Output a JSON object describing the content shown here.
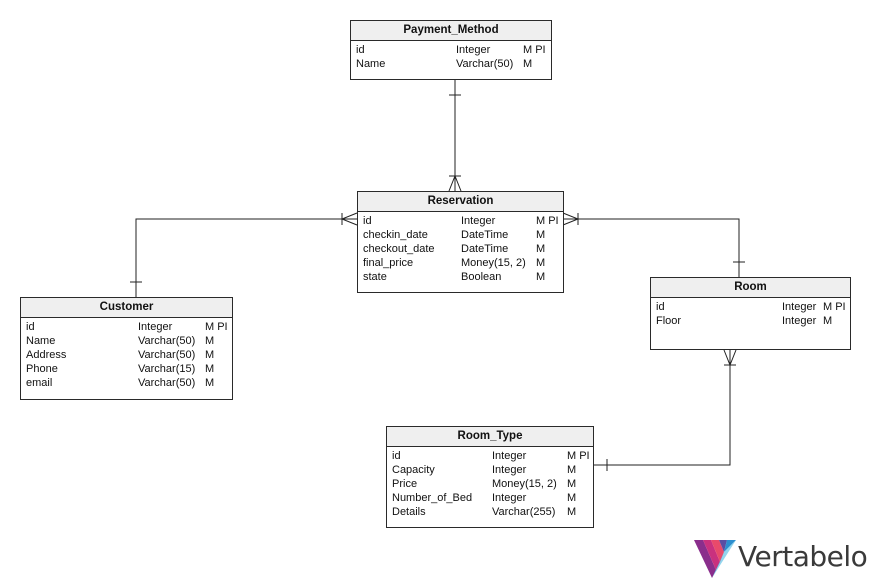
{
  "entities": {
    "payment_method": {
      "name": "Payment_Method",
      "columns": [
        {
          "name": "id",
          "type": "Integer",
          "flags": "M PI"
        },
        {
          "name": "Name",
          "type": "Varchar(50)",
          "flags": "M"
        }
      ]
    },
    "reservation": {
      "name": "Reservation",
      "columns": [
        {
          "name": "id",
          "type": "Integer",
          "flags": "M PI"
        },
        {
          "name": "checkin_date",
          "type": "DateTime",
          "flags": "M"
        },
        {
          "name": "checkout_date",
          "type": "DateTime",
          "flags": "M"
        },
        {
          "name": "final_price",
          "type": "Money(15, 2)",
          "flags": "M"
        },
        {
          "name": "state",
          "type": "Boolean",
          "flags": "M"
        }
      ]
    },
    "customer": {
      "name": "Customer",
      "columns": [
        {
          "name": "id",
          "type": "Integer",
          "flags": "M PI"
        },
        {
          "name": "Name",
          "type": "Varchar(50)",
          "flags": "M"
        },
        {
          "name": "Address",
          "type": "Varchar(50)",
          "flags": "M"
        },
        {
          "name": "Phone",
          "type": "Varchar(15)",
          "flags": "M"
        },
        {
          "name": "email",
          "type": "Varchar(50)",
          "flags": "M"
        }
      ]
    },
    "room": {
      "name": "Room",
      "columns": [
        {
          "name": "id",
          "type": "Integer",
          "flags": "M PI"
        },
        {
          "name": "Floor",
          "type": "Integer",
          "flags": "M"
        }
      ]
    },
    "room_type": {
      "name": "Room_Type",
      "columns": [
        {
          "name": "id",
          "type": "Integer",
          "flags": "M PI"
        },
        {
          "name": "Capacity",
          "type": "Integer",
          "flags": "M"
        },
        {
          "name": "Price",
          "type": "Money(15, 2)",
          "flags": "M"
        },
        {
          "name": "Number_of_Bed",
          "type": "Integer",
          "flags": "M"
        },
        {
          "name": "Details",
          "type": "Varchar(255)",
          "flags": "M"
        }
      ]
    }
  },
  "logo": {
    "text": "Vertabelo"
  }
}
